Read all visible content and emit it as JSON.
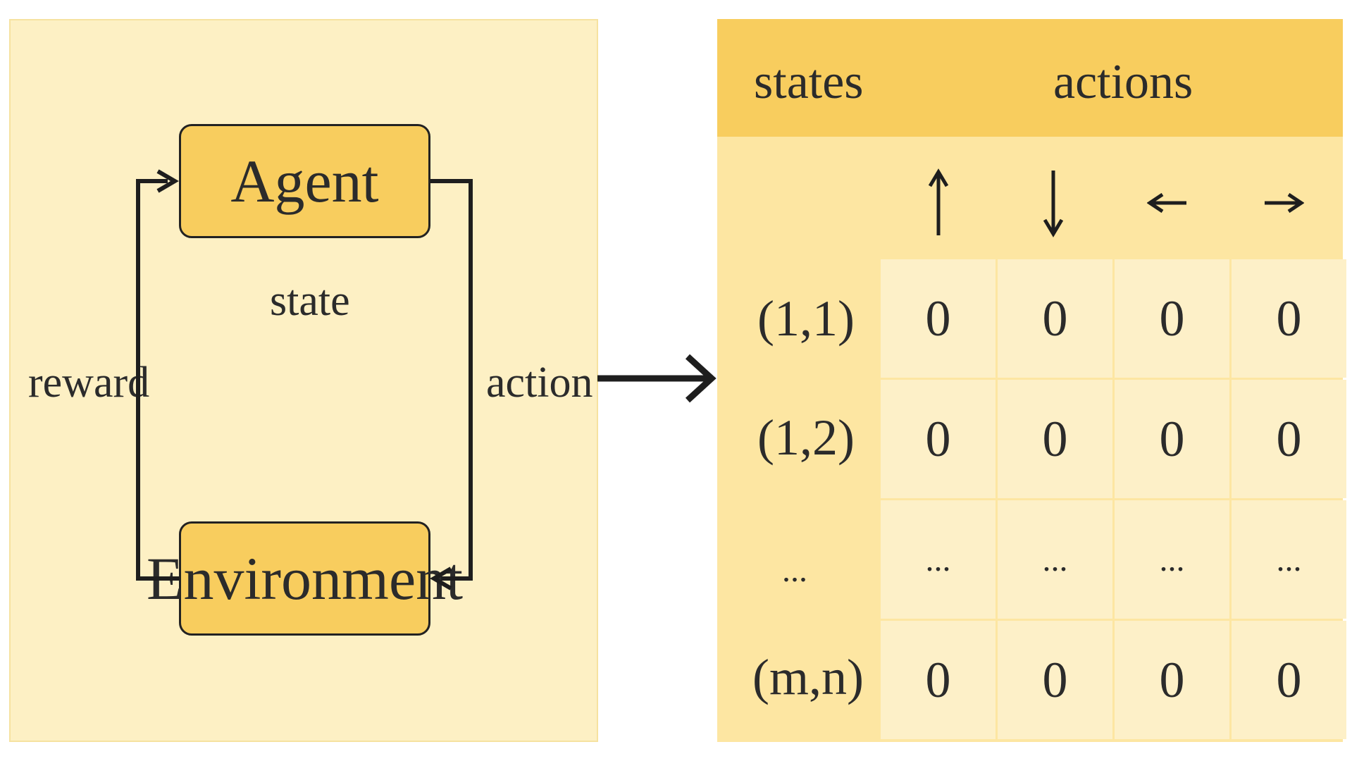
{
  "loop": {
    "agent": "Agent",
    "environment": "Environment",
    "state": "state",
    "reward": "reward",
    "action": "action"
  },
  "qtable": {
    "states_header": "states",
    "actions_header": "actions",
    "action_icons": [
      "up-arrow-icon",
      "down-arrow-icon",
      "left-arrow-icon",
      "right-arrow-icon"
    ],
    "rows": [
      {
        "state": "(1,1)",
        "values": [
          "0",
          "0",
          "0",
          "0"
        ]
      },
      {
        "state": "(1,2)",
        "values": [
          "0",
          "0",
          "0",
          "0"
        ]
      },
      {
        "state": "...",
        "values": [
          "...",
          "...",
          "...",
          "..."
        ]
      },
      {
        "state": "(m,n)",
        "values": [
          "0",
          "0",
          "0",
          "0"
        ]
      }
    ]
  },
  "colors": {
    "panel_bg": "#fdf0c4",
    "box_fill": "#f8cd5e",
    "table_bg": "#fde6a2",
    "cell_bg": "#fdf0c8",
    "line": "#1e1e1e"
  }
}
